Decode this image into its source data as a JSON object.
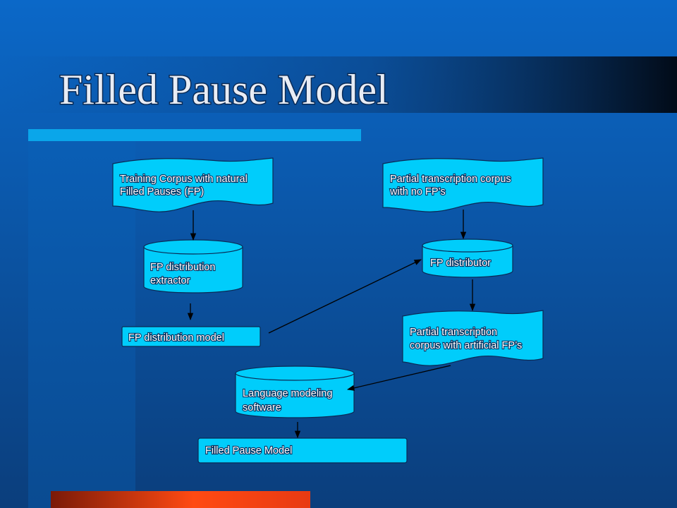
{
  "slide": {
    "title": "Filled Pause Model"
  },
  "nodes": {
    "training_corpus": {
      "line1": "Training Corpus with natural",
      "line2": "Filled Pauses (FP)"
    },
    "partial_corpus": {
      "line1": "Partial transcription corpus",
      "line2": "with no FP’s"
    },
    "fp_extractor": {
      "line1": "FP distribution",
      "line2": "extractor"
    },
    "fp_distributor": {
      "line1": "FP distributor"
    },
    "fp_model": {
      "line1": "FP distribution model"
    },
    "partial_artificial": {
      "line1": "Partial transcription",
      "line2": "corpus with artificial FP’s"
    },
    "lm_software": {
      "line1": "Language modeling",
      "line2": "software"
    },
    "filled_pause_model": {
      "line1": "Filled Pause Model"
    }
  },
  "colors": {
    "background_top": "#0a66c4",
    "background_bottom": "#0a3b78",
    "node_fill": "#00cdfb",
    "accent_bar": "#0aa6ea",
    "bottom_bar": "#e83a12"
  }
}
